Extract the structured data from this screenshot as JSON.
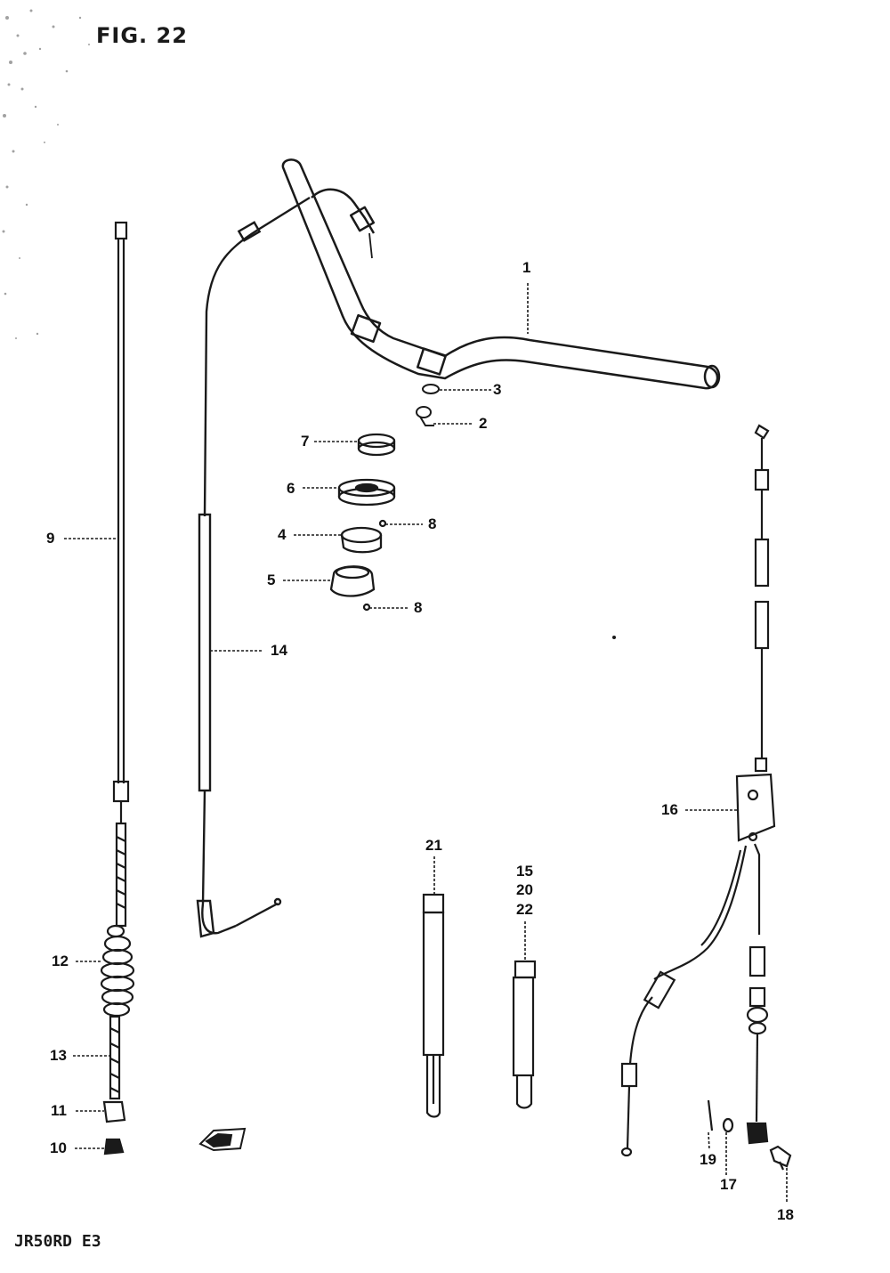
{
  "figure_title": "FIG. 22",
  "model_code": "JR50RD E3",
  "callouts": [
    {
      "id": "part-1",
      "label": "1"
    },
    {
      "id": "part-2",
      "label": "2"
    },
    {
      "id": "part-3",
      "label": "3"
    },
    {
      "id": "part-4",
      "label": "4"
    },
    {
      "id": "part-5",
      "label": "5"
    },
    {
      "id": "part-6",
      "label": "6"
    },
    {
      "id": "part-7",
      "label": "7"
    },
    {
      "id": "part-8a",
      "label": "8"
    },
    {
      "id": "part-8b",
      "label": "8"
    },
    {
      "id": "part-9",
      "label": "9"
    },
    {
      "id": "part-10",
      "label": "10"
    },
    {
      "id": "part-11",
      "label": "11"
    },
    {
      "id": "part-12",
      "label": "12"
    },
    {
      "id": "part-13",
      "label": "13"
    },
    {
      "id": "part-14",
      "label": "14"
    },
    {
      "id": "part-15",
      "label": "15"
    },
    {
      "id": "part-16",
      "label": "16"
    },
    {
      "id": "part-17",
      "label": "17"
    },
    {
      "id": "part-18",
      "label": "18"
    },
    {
      "id": "part-19",
      "label": "19"
    },
    {
      "id": "part-20",
      "label": "20"
    },
    {
      "id": "part-21",
      "label": "21"
    },
    {
      "id": "part-22",
      "label": "22"
    }
  ]
}
